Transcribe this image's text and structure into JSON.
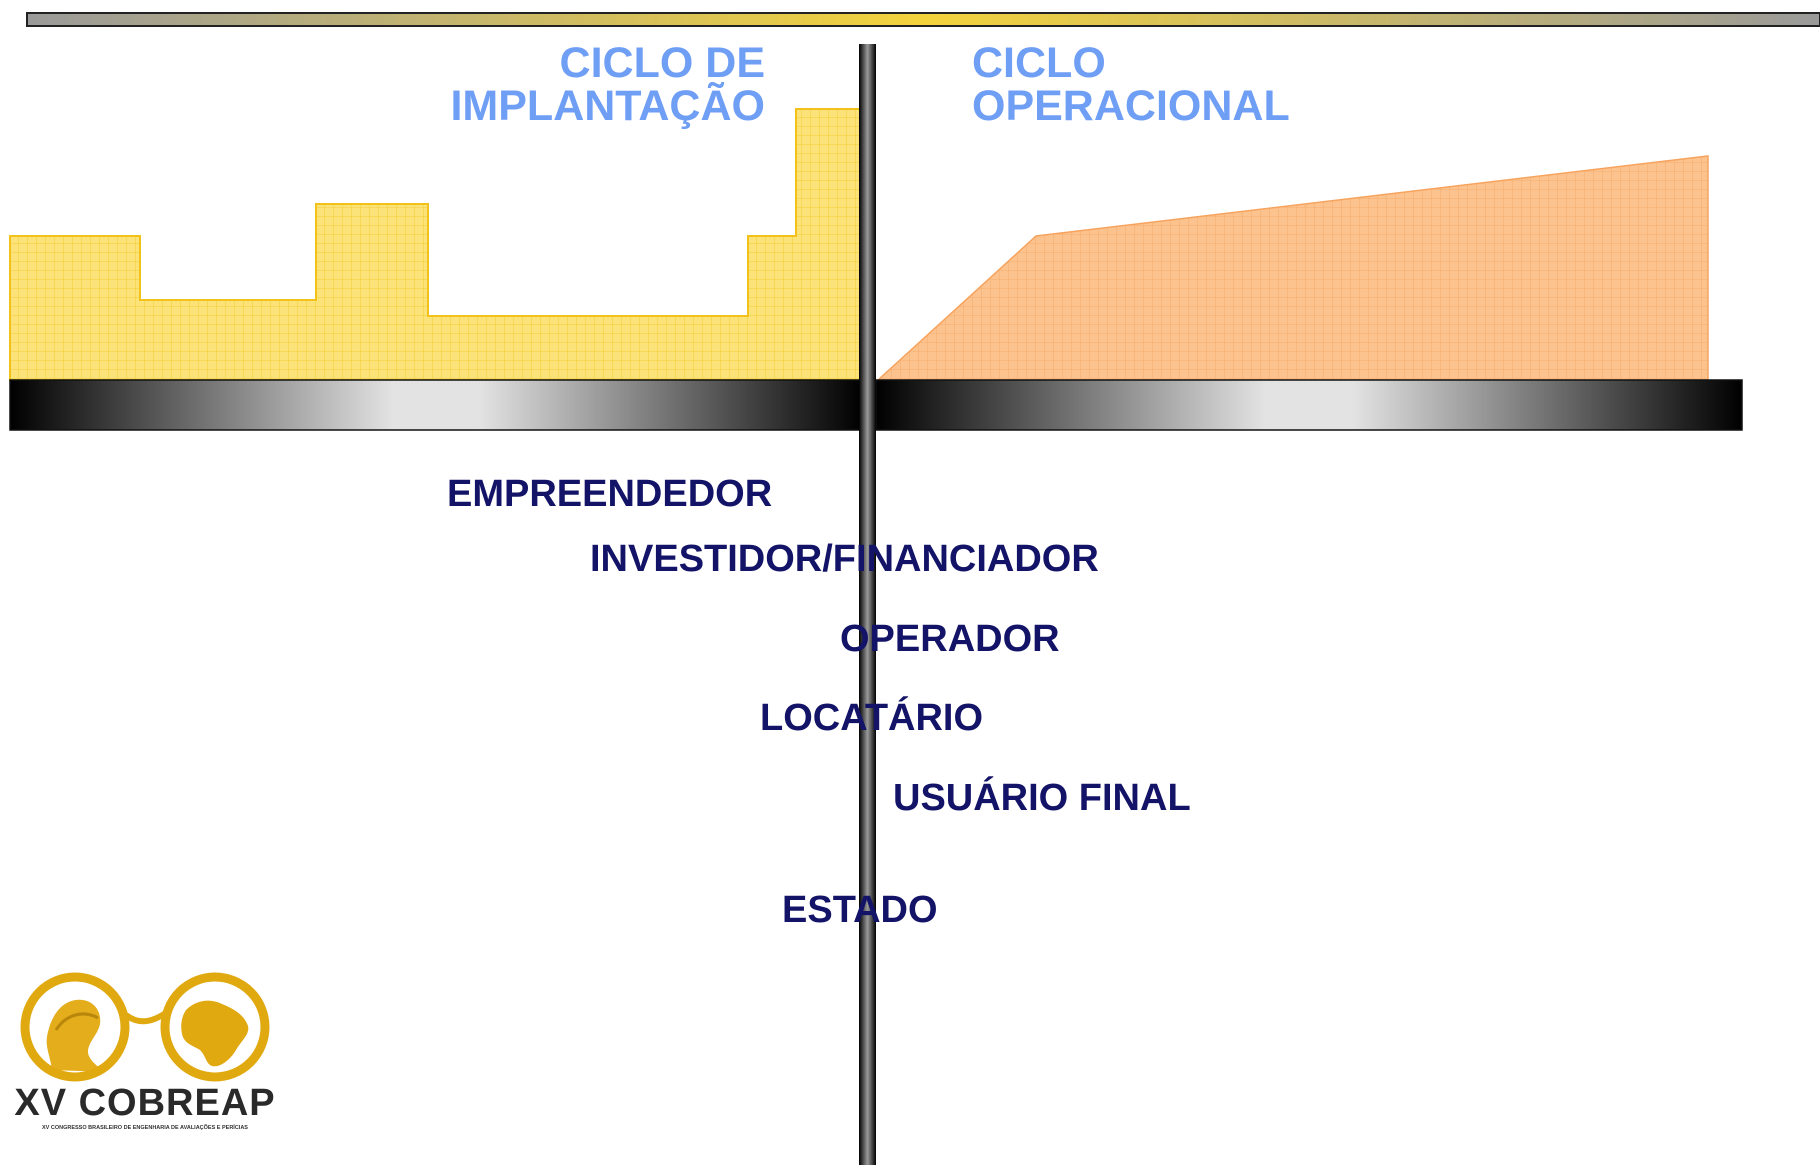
{
  "headings": {
    "implantacao": [
      "CICLO DE",
      "IMPLANTAÇÃO"
    ],
    "operacional": [
      "CICLO",
      "OPERACIONAL"
    ]
  },
  "stakeholders": [
    "EMPREENDEDOR",
    "INVESTIDOR/FINANCIADOR",
    "OPERADOR",
    "LOCATÁRIO",
    "USUÁRIO FINAL",
    "ESTADO"
  ],
  "logo": {
    "title": "XV COBREAP",
    "subtitle": "XV CONGRESSO BRASILEIRO DE ENGENHARIA DE AVALIAÇÕES E PERÍCIAS"
  },
  "colors": {
    "heading": "#6f9ef5",
    "stakeholder_text": "#131367",
    "implantation_fill": "#fbe37a",
    "implantation_edge": "#f2c21b",
    "operational_fill": "#fdc38e",
    "operational_edge": "#f6a35e",
    "top_bar": "#f1cf3a",
    "logo_gold": "#e1a910"
  }
}
